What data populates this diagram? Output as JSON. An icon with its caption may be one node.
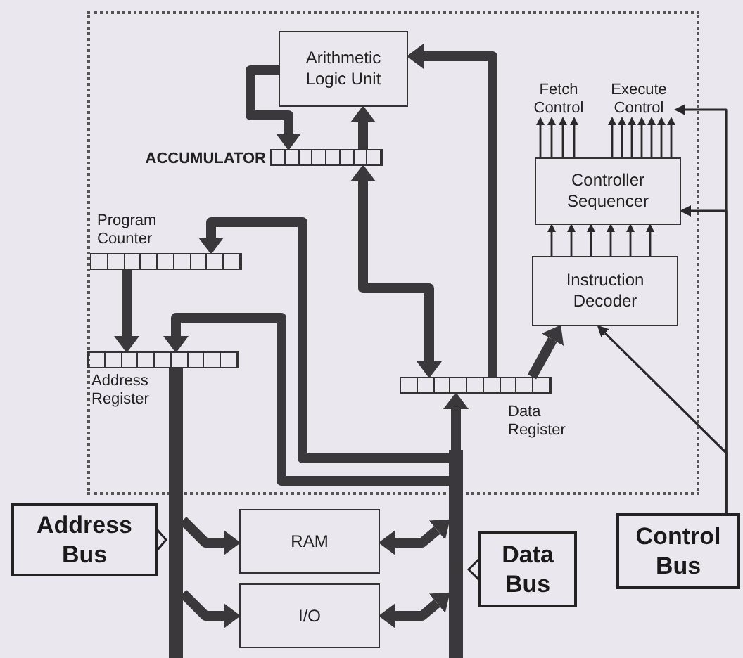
{
  "diagram": {
    "nodes": [
      {
        "text": [],
        "shape": "box"
      },
      {
        "text": [
          "Arithmetic Logic Unit"
        ],
        "in": 0
      },
      {
        "text": [
          "ACCUMULATOR"
        ],
        "in": 0
      },
      {
        "text": [
          "Program Counter"
        ],
        "in": 0
      },
      {
        "text": [
          "Address Register"
        ],
        "in": 0
      },
      {
        "text": [
          "Data Register"
        ],
        "in": 0
      },
      {
        "text": [
          "Fetch Control"
        ],
        "in": 0
      },
      {
        "text": [
          "Execute Control"
        ],
        "in": 0
      },
      {
        "text": [
          "Controller Sequencer"
        ],
        "in": 0
      },
      {
        "text": [
          "Instruction Decoder"
        ],
        "in": 0
      },
      {
        "text": [],
        "shape": "bar"
      },
      {
        "text": [],
        "shape": "bar"
      },
      {
        "text": [
          "Address Bus"
        ]
      },
      {
        "text": [
          "RAM"
        ]
      },
      {
        "text": [
          "I/O"
        ]
      },
      {
        "text": [
          "Data Bus"
        ]
      },
      {
        "text": [
          "Control Bus"
        ]
      }
    ],
    "edges": [
      {
        "from": 1,
        "to": 2,
        "arrow": "to",
        "style": "thick"
      },
      {
        "from": 2,
        "to": 1,
        "arrow": "to",
        "style": "thick"
      },
      {
        "from": 5,
        "to": 1,
        "arrow": "to",
        "style": "thick"
      },
      {
        "from": 2,
        "to": 5,
        "arrow": "both",
        "style": "thick"
      },
      {
        "from": 3,
        "to": 4,
        "arrow": "to",
        "style": "thick"
      },
      {
        "from": 11,
        "to": 3,
        "arrow": "to",
        "style": "thick"
      },
      {
        "from": 11,
        "to": 4,
        "arrow": "to",
        "style": "thick"
      },
      {
        "from": 11,
        "to": 5,
        "arrow": "to",
        "style": "thick"
      },
      {
        "from": 10,
        "to": 13,
        "arrow": "to",
        "style": "thick"
      },
      {
        "from": 10,
        "to": 14,
        "arrow": "to",
        "style": "thick"
      },
      {
        "from": 11,
        "to": 13,
        "arrow": "both",
        "style": "thick"
      },
      {
        "from": 11,
        "to": 14,
        "arrow": "both",
        "style": "thick"
      },
      {
        "from": 5,
        "to": 9,
        "arrow": "to",
        "style": "thick"
      },
      {
        "from": 9,
        "to": 8,
        "arrow": "to"
      },
      {
        "from": 9,
        "to": 8,
        "arrow": "to"
      },
      {
        "from": 9,
        "to": 8,
        "arrow": "to"
      },
      {
        "from": 9,
        "to": 8,
        "arrow": "to"
      },
      {
        "from": 9,
        "to": 8,
        "arrow": "to"
      },
      {
        "from": 9,
        "to": 8,
        "arrow": "to"
      },
      {
        "from": 8,
        "to": 6,
        "arrow": "to"
      },
      {
        "from": 8,
        "to": 6,
        "arrow": "to"
      },
      {
        "from": 8,
        "to": 6,
        "arrow": "to"
      },
      {
        "from": 8,
        "to": 6,
        "arrow": "to"
      },
      {
        "from": 8,
        "to": 7,
        "arrow": "to"
      },
      {
        "from": 8,
        "to": 7,
        "arrow": "to"
      },
      {
        "from": 8,
        "to": 7,
        "arrow": "to"
      },
      {
        "from": 8,
        "to": 7,
        "arrow": "to"
      },
      {
        "from": 8,
        "to": 7,
        "arrow": "to"
      },
      {
        "from": 8,
        "to": 7,
        "arrow": "to"
      },
      {
        "from": 8,
        "to": 7,
        "arrow": "to"
      },
      {
        "from": 16,
        "to": 7,
        "arrow": "to"
      },
      {
        "from": 16,
        "to": 8,
        "arrow": "to"
      },
      {
        "from": 16,
        "to": 9,
        "arrow": "to"
      }
    ]
  }
}
